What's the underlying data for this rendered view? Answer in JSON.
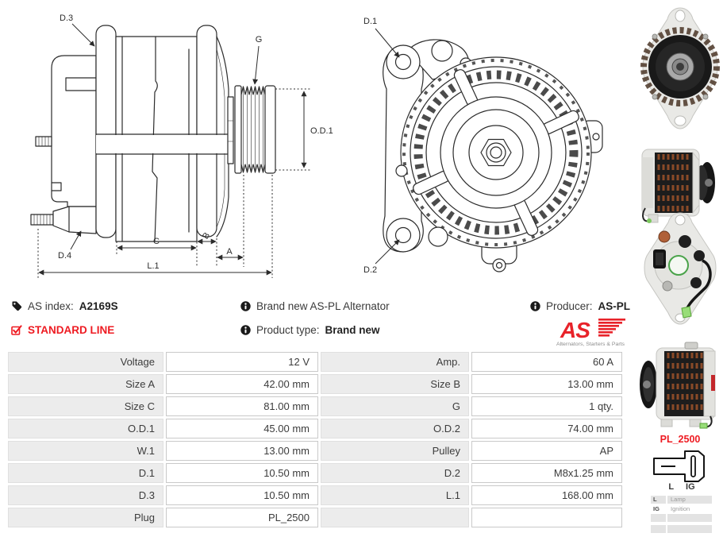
{
  "colors": {
    "accent_red": "#ee1b22",
    "logo_red": "#e8232a",
    "table_label_bg": "#ececec",
    "table_cell_border": "#c9c9c9",
    "text": "#3a3a3a",
    "drawing_line": "#2b2b2b"
  },
  "diagrams": {
    "side_view": {
      "labels": {
        "d3": "D.3",
        "g": "G",
        "od1": "O.D.1",
        "d4": "D.4",
        "c": "C",
        "b": "B",
        "a": "A",
        "l1": "L.1"
      }
    },
    "front_view": {
      "labels": {
        "d1": "D.1",
        "d2": "D.2"
      }
    }
  },
  "photos": [
    {
      "name": "alternator-front-view"
    },
    {
      "name": "alternator-side-view-pulley-right"
    },
    {
      "name": "alternator-rear-view"
    },
    {
      "name": "alternator-side-view-pulley-left"
    }
  ],
  "info": {
    "as_index_label": "AS index:",
    "as_index_value": "A2169S",
    "line_badge": "STANDARD LINE",
    "brand_new_text": "Brand new AS-PL Alternator",
    "product_type_label": "Product type:",
    "product_type_value": "Brand new",
    "producer_label": "Producer:",
    "producer_value": "AS-PL",
    "logo_text": "AS",
    "logo_tagline": "Alternators, Starters & Parts"
  },
  "spec": {
    "rows": [
      {
        "l_label": "Voltage",
        "l_value": "12 V",
        "r_label": "Amp.",
        "r_value": "60 A"
      },
      {
        "l_label": "Size A",
        "l_value": "42.00 mm",
        "r_label": "Size B",
        "r_value": "13.00 mm"
      },
      {
        "l_label": "Size C",
        "l_value": "81.00 mm",
        "r_label": "G",
        "r_value": "1 qty."
      },
      {
        "l_label": "O.D.1",
        "l_value": "45.00 mm",
        "r_label": "O.D.2",
        "r_value": "74.00 mm"
      },
      {
        "l_label": "W.1",
        "l_value": "13.00 mm",
        "r_label": "Pulley",
        "r_value": "AP"
      },
      {
        "l_label": "D.1",
        "l_value": "10.50 mm",
        "r_label": "D.2",
        "r_value": "M8x1.25 mm"
      },
      {
        "l_label": "D.3",
        "l_value": "10.50 mm",
        "r_label": "L.1",
        "r_value": "168.00 mm"
      },
      {
        "l_label": "Plug",
        "l_value": "PL_2500",
        "r_label": "",
        "r_value": ""
      }
    ]
  },
  "plug": {
    "title": "PL_2500",
    "pin1": "L",
    "pin2": "IG",
    "legend": [
      {
        "key": "L",
        "value": "Lamp"
      },
      {
        "key": "IG",
        "value": "Ignition"
      },
      {
        "key": "",
        "value": ""
      },
      {
        "key": "",
        "value": ""
      }
    ]
  }
}
